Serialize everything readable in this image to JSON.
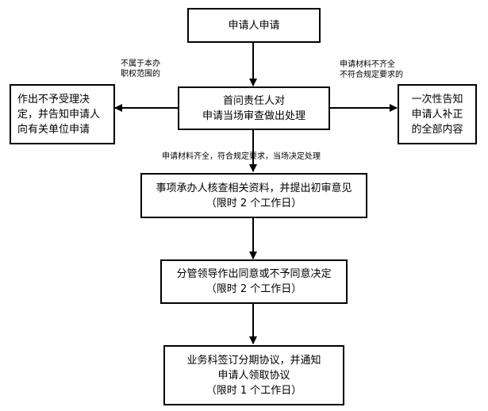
{
  "nodes": {
    "applicant_apply": {
      "lines": [
        "申请人申请"
      ]
    },
    "first_responsible": {
      "lines": [
        "首问责任人对",
        "申请当场审查做出处理"
      ]
    },
    "reject_decision": {
      "lines": [
        "作出不予受理决",
        "定，并告知申请人",
        "向有关单位申请"
      ]
    },
    "supplement_notice": {
      "lines": [
        "一次性告知",
        "申请人补正",
        "的全部内容"
      ]
    },
    "handler_review": {
      "lines": [
        "事项承办人核查相关资料，并提出初审意见",
        "（限时 2 个工作日）"
      ]
    },
    "leader_decision": {
      "lines": [
        "分管领导作出同意或不予同意决定",
        "（限时 2 个工作日）"
      ]
    },
    "sign_agreement": {
      "lines": [
        "业务科签订分期协议，并通知",
        "申请人领取协议",
        "（限时 1 个工作日）"
      ]
    }
  },
  "edge_labels": {
    "not_in_scope": [
      "不属于本办",
      "职权范围的"
    ],
    "incomplete": [
      "申请材料不齐全",
      "不符合规定要求的"
    ],
    "complete": [
      "申请材料齐全，符合规定要求，当场决定处理"
    ]
  }
}
